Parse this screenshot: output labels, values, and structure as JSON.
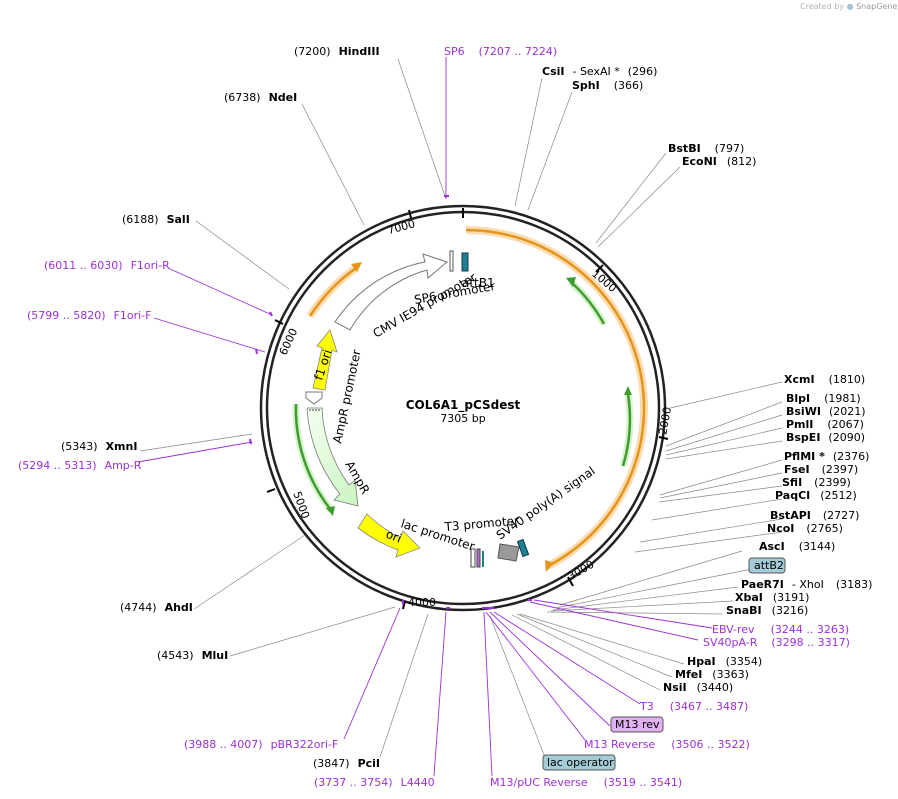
{
  "credit": {
    "prefix": "Created by",
    "brand": "SnapGene"
  },
  "plasmid": {
    "name": "COL6A1_pCSdest",
    "length": "7305 bp"
  },
  "ticks": [
    "1000",
    "2000",
    "3000",
    "4000",
    "5000",
    "6000",
    "7000"
  ],
  "sites": {
    "hindiii": {
      "pos": "(7200)",
      "name": "HindIII"
    },
    "ndei": {
      "pos": "(6738)",
      "name": "NdeI"
    },
    "sali": {
      "pos": "(6188)",
      "name": "SalI"
    },
    "xmni": {
      "pos": "(5343)",
      "name": "XmnI"
    },
    "ahdi": {
      "pos": "(4744)",
      "name": "AhdI"
    },
    "mlui": {
      "pos": "(4543)",
      "name": "MluI"
    },
    "pcii": {
      "pos": "(3847)",
      "name": "PciI"
    },
    "csii": {
      "name": "CsiI",
      "sep": "- SexAI *",
      "pos": "(296)"
    },
    "sphi": {
      "name": "SphI",
      "pos": "(366)"
    },
    "bstbi": {
      "name": "BstBI",
      "pos": "(797)"
    },
    "econi": {
      "name": "EcoNI",
      "pos": "(812)"
    },
    "xcmi": {
      "name": "XcmI",
      "pos": "(1810)"
    },
    "blpi": {
      "name": "BlpI",
      "pos": "(1981)"
    },
    "bsiwi": {
      "name": "BsiWI",
      "pos": "(2021)"
    },
    "pmli": {
      "name": "PmlI",
      "pos": "(2067)"
    },
    "bspei": {
      "name": "BspEI",
      "pos": "(2090)"
    },
    "pflmi": {
      "name": "PflMI *",
      "pos": "(2376)"
    },
    "fsei": {
      "name": "FseI",
      "pos": "(2397)"
    },
    "sfii": {
      "name": "SfiI",
      "pos": "(2399)"
    },
    "paqci": {
      "name": "PaqCI",
      "pos": "(2512)"
    },
    "bstapi": {
      "name": "BstAPI",
      "pos": "(2727)"
    },
    "ncoi": {
      "name": "NcoI",
      "pos": "(2765)"
    },
    "asci": {
      "name": "AscI",
      "pos": "(3144)"
    },
    "paer7i": {
      "name": "PaeR7I",
      "sep": "- XhoI",
      "pos": "(3183)"
    },
    "xbai": {
      "name": "XbaI",
      "pos": "(3191)"
    },
    "snabi": {
      "name": "SnaBI",
      "pos": "(3216)"
    },
    "hpai": {
      "name": "HpaI",
      "pos": "(3354)"
    },
    "mfei": {
      "name": "MfeI",
      "pos": "(3363)"
    },
    "nsii": {
      "name": "NsiI",
      "pos": "(3440)"
    }
  },
  "primers": {
    "sp6": {
      "name": "SP6",
      "range": "(7207 .. 7224)"
    },
    "f1ori_r": {
      "range": "(6011 .. 6030)",
      "name": "F1ori-R"
    },
    "f1ori_f": {
      "range": "(5799 .. 5820)",
      "name": "F1ori-F"
    },
    "amp_r": {
      "range": "(5294 .. 5313)",
      "name": "Amp-R"
    },
    "pbr322": {
      "range": "(3988 .. 4007)",
      "name": "pBR322ori-F"
    },
    "l4440": {
      "range": "(3737 .. 3754)",
      "name": "L4440"
    },
    "m13puc": {
      "name": "M13/pUC Reverse",
      "range": "(3519 .. 3541)"
    },
    "m13rev": {
      "name": "M13 Reverse",
      "range": "(3506 .. 3522)"
    },
    "t3": {
      "name": "T3",
      "range": "(3467 .. 3487)"
    },
    "sv40pa": {
      "name": "SV40pA-R",
      "range": "(3298 .. 3317)"
    },
    "ebv": {
      "name": "EBV-rev",
      "range": "(3244 .. 3263)"
    }
  },
  "tags": {
    "attb2": "attB2",
    "m13rev": "M13 rev",
    "lac_operator": "lac operator"
  },
  "features": {
    "cmv": "CMV IE94 promoter",
    "sp6_promoter": "SP6 promoter",
    "attb1": "attB1",
    "f1ori": "f1 ori",
    "ampr_promoter": "AmpR promoter",
    "ampr": "AmpR",
    "ori": "ori",
    "lac_promoter": "lac promoter",
    "t3_promoter": "T3 promoter",
    "sv40polya": "SV40 poly(A) signal"
  },
  "colors": {
    "primer": "#9b30d9",
    "insert": "#f5a623",
    "ori": "#ffff00",
    "green": "#3e9b2f",
    "tag_blue": "#a3ccd6",
    "tag_purple": "#e0b0f0"
  }
}
